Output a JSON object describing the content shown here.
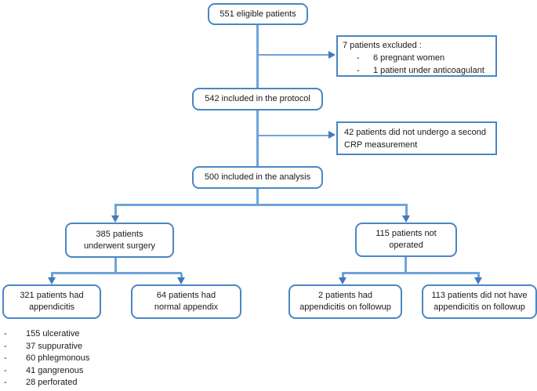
{
  "diagram": {
    "boxes": {
      "eligible": {
        "lines": [
          "551 eligible patients"
        ]
      },
      "excluded": {
        "title": "7 patients excluded :",
        "bullet_char": "-",
        "bullets": [
          "6 pregnant women",
          "1 patient under anticoagulant"
        ]
      },
      "protocol": {
        "lines": [
          "542 included in the protocol"
        ]
      },
      "crp": {
        "lines": [
          "42 patients did not undergo a second",
          "CRP measurement"
        ]
      },
      "analysis": {
        "lines": [
          "500 included in the analysis"
        ]
      },
      "surgery": {
        "lines": [
          "385 patients",
          "underwent surgery"
        ]
      },
      "not_operated": {
        "lines": [
          "115 patients not",
          "operated"
        ]
      },
      "had_appendicitis": {
        "lines": [
          "321 patients had",
          "appendicitis"
        ]
      },
      "normal_appendix": {
        "lines": [
          "64 patients had",
          "normal appendix"
        ]
      },
      "followup_appendicitis": {
        "lines": [
          "2 patients had",
          "appendicitis on followup"
        ]
      },
      "followup_no_appendicitis": {
        "lines": [
          "113 patients did not have",
          "appendicitis on followup"
        ]
      }
    },
    "pathology": {
      "bullet_char": "-",
      "items": [
        "155 ulcerative",
        "37 suppurative",
        "60 phlegmonous",
        "41 gangrenous",
        "28 perforated"
      ]
    },
    "colors": {
      "box_border": "#4a86c5",
      "connector": "#6fa3d9",
      "arrowhead": "#4379bc",
      "text": "#1a1a1a",
      "background": "#ffffff"
    }
  }
}
